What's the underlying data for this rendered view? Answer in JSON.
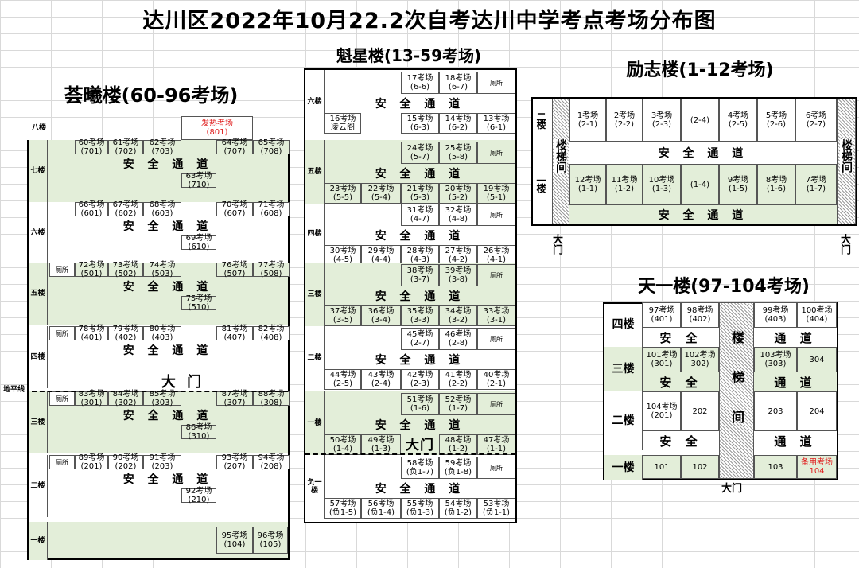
{
  "title": "达川区2022年10月22.2次自考达川中学考点考场分布图",
  "b1": {
    "name": "荟曦楼(60-96考场)",
    "f8": "八楼",
    "f7": "七楼",
    "f6": "六楼",
    "f5": "五楼",
    "f4": "四楼",
    "f3": "三楼",
    "f2": "二楼",
    "f1": "一楼",
    "ground": "地平线",
    "hot": "发热考场",
    "hot_n": "(801)",
    "r7": [
      [
        "60考场",
        "(701)"
      ],
      [
        "61考场",
        "(702)"
      ],
      [
        "62考场",
        "(703)"
      ],
      [
        "64考场",
        "(707)"
      ],
      [
        "65考场",
        "(708)"
      ]
    ],
    "r7b": [
      "63考场",
      "(710)"
    ],
    "r6": [
      [
        "66考场",
        "(601)"
      ],
      [
        "67考场",
        "(602)"
      ],
      [
        "68考场",
        "(603)"
      ],
      [
        "70考场",
        "(607)"
      ],
      [
        "71考场",
        "(608)"
      ]
    ],
    "r6b": [
      "69考场",
      "(610)"
    ],
    "r5": [
      [
        "72考场",
        "(501)"
      ],
      [
        "73考场",
        "(502)"
      ],
      [
        "74考场",
        "(503)"
      ],
      [
        "76考场",
        "(507)"
      ],
      [
        "77考场",
        "(508)"
      ]
    ],
    "r5b": [
      "75考场",
      "(510)"
    ],
    "r4": [
      [
        "78考场",
        "(401)"
      ],
      [
        "79考场",
        "(402)"
      ],
      [
        "80考场",
        "(403)"
      ],
      [
        "81考场",
        "(407)"
      ],
      [
        "82考场",
        "(408)"
      ]
    ],
    "r3": [
      [
        "83考场",
        "(301)"
      ],
      [
        "84考场",
        "(302)"
      ],
      [
        "85考场",
        "(303)"
      ],
      [
        "87考场",
        "(307)"
      ],
      [
        "88考场",
        "(308)"
      ]
    ],
    "r3b": [
      "86考场",
      "(310)"
    ],
    "r2": [
      [
        "89考场",
        "(201)"
      ],
      [
        "90考场",
        "(202)"
      ],
      [
        "91考场",
        "(203)"
      ],
      [
        "93考场",
        "(207)"
      ],
      [
        "94考场",
        "(208)"
      ]
    ],
    "r2b": [
      "92考场",
      "(210)"
    ],
    "r1": [
      [
        "95考场",
        "(104)"
      ],
      [
        "96考场",
        "(105)"
      ]
    ],
    "wc": "厕所",
    "gate": "大 门"
  },
  "b2": {
    "name": "魁星楼(13-59考场)",
    "f6": "六楼",
    "f5": "五楼",
    "f4": "四楼",
    "f3": "三楼",
    "f2": "二楼",
    "f1": "一楼",
    "fb": "负一楼",
    "r6t": [
      [
        "17考场",
        "(6-6)"
      ],
      [
        "18考场",
        "(6-7)"
      ]
    ],
    "r6b": [
      [
        "16考场",
        "凌云阁"
      ],
      [
        "15考场",
        "(6-3)"
      ],
      [
        "14考场",
        "(6-2)"
      ],
      [
        "13考场",
        "(6-1)"
      ]
    ],
    "r5t": [
      [
        "24考场",
        "(5-7)"
      ],
      [
        "25考场",
        "(5-8)"
      ]
    ],
    "r5b": [
      [
        "23考场",
        "(5-5)"
      ],
      [
        "22考场",
        "(5-4)"
      ],
      [
        "21考场",
        "(5-3)"
      ],
      [
        "20考场",
        "(5-2)"
      ],
      [
        "19考场",
        "(5-1)"
      ]
    ],
    "r4t": [
      [
        "31考场",
        "(4-7)"
      ],
      [
        "32考场",
        "(4-8)"
      ]
    ],
    "r4b": [
      [
        "30考场",
        "(4-5)"
      ],
      [
        "29考场",
        "(4-4)"
      ],
      [
        "28考场",
        "(4-3)"
      ],
      [
        "27考场",
        "(4-2)"
      ],
      [
        "26考场",
        "(4-1)"
      ]
    ],
    "r3t": [
      [
        "38考场",
        "(3-7)"
      ],
      [
        "39考场",
        "(3-8)"
      ]
    ],
    "r3b": [
      [
        "37考场",
        "(3-5)"
      ],
      [
        "36考场",
        "(3-4)"
      ],
      [
        "35考场",
        "(3-3)"
      ],
      [
        "34考场",
        "(3-2)"
      ],
      [
        "33考场",
        "(3-1)"
      ]
    ],
    "r2t": [
      [
        "45考场",
        "(2-7)"
      ],
      [
        "46考场",
        "(2-8)"
      ]
    ],
    "r2b": [
      [
        "44考场",
        "(2-5)"
      ],
      [
        "43考场",
        "(2-4)"
      ],
      [
        "42考场",
        "(2-3)"
      ],
      [
        "41考场",
        "(2-2)"
      ],
      [
        "40考场",
        "(2-1)"
      ]
    ],
    "r1t": [
      [
        "51考场",
        "(1-6)"
      ],
      [
        "52考场",
        "(1-7)"
      ]
    ],
    "r1b": [
      [
        "50考场",
        "(1-4)"
      ],
      [
        "49考场",
        "(1-3)"
      ],
      [
        "48考场",
        "(1-2)"
      ],
      [
        "47考场",
        "(1-1)"
      ]
    ],
    "rft": [
      [
        "58考场",
        "(负1-7)"
      ],
      [
        "59考场",
        "(负1-8)"
      ]
    ],
    "rfb": [
      [
        "57考场",
        "(负1-5)"
      ],
      [
        "56考场",
        "(负1-4)"
      ],
      [
        "55考场",
        "(负1-3)"
      ],
      [
        "54考场",
        "(负1-2)"
      ],
      [
        "53考场",
        "(负1-1)"
      ]
    ],
    "wc": "厕所",
    "gate": "大门"
  },
  "b3": {
    "name": "励志楼(1-12考场)",
    "f2": "二楼",
    "f1": "一楼",
    "stair": "楼梯间",
    "gate": "大门",
    "r2": [
      [
        "1考场",
        "(2-1)"
      ],
      [
        "2考场",
        "(2-2)"
      ],
      [
        "3考场",
        "(2-3)"
      ],
      [
        "(2-4)",
        ""
      ],
      [
        "4考场",
        "(2-5)"
      ],
      [
        "5考场",
        "(2-6)"
      ],
      [
        "6考场",
        "(2-7)"
      ]
    ],
    "r1": [
      [
        "12考场",
        "(1-1)"
      ],
      [
        "11考场",
        "(1-2)"
      ],
      [
        "10考场",
        "(1-3)"
      ],
      [
        "(1-4)",
        ""
      ],
      [
        "9考场",
        "(1-5)"
      ],
      [
        "8考场",
        "(1-6)"
      ],
      [
        "7考场",
        "(1-7)"
      ]
    ]
  },
  "b4": {
    "name": "天一楼(97-104考场)",
    "f4": "四楼",
    "f3": "三楼",
    "f2": "二楼",
    "f1": "一楼",
    "stair": "楼梯间",
    "gate": "大门",
    "anq": "安 全",
    "td": "通 道",
    "r4": [
      [
        "97考场",
        "(401)"
      ],
      [
        "98考场",
        "(402)"
      ],
      [
        "99考场",
        "(403)"
      ],
      [
        "100考场",
        "(404)"
      ]
    ],
    "r3": [
      [
        "101考场",
        "(301)"
      ],
      [
        "102考场",
        "302)"
      ],
      [
        "103考场",
        "(303)"
      ],
      [
        "304",
        ""
      ]
    ],
    "r2": [
      [
        "104考场",
        "(201)"
      ],
      [
        "202",
        ""
      ],
      [
        "203",
        ""
      ],
      [
        "204",
        ""
      ]
    ],
    "r1": [
      [
        "101",
        ""
      ],
      [
        "102",
        ""
      ],
      [
        "103",
        ""
      ],
      [
        "备用考场",
        "104"
      ]
    ]
  },
  "corridor": "安 全 通 道"
}
